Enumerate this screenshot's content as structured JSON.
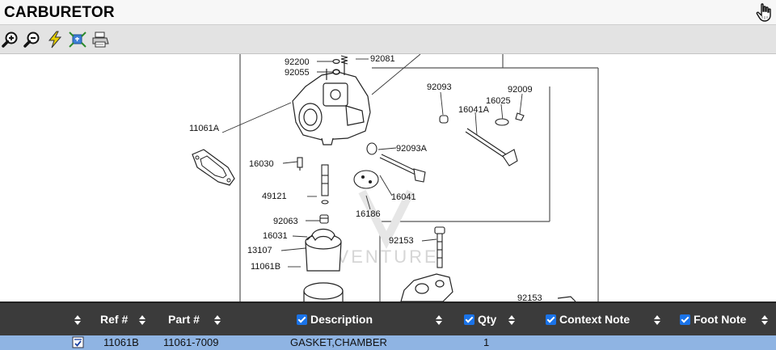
{
  "window": {
    "title": "CARBURETOR"
  },
  "toolbar": {
    "buttons": [
      {
        "name": "zoom-in-icon"
      },
      {
        "name": "zoom-out-icon"
      },
      {
        "name": "lightning-icon"
      },
      {
        "name": "fit-icon"
      },
      {
        "name": "print-icon"
      }
    ]
  },
  "diagram": {
    "watermark": "ADVENTURE",
    "labels": {
      "p92200": "92200",
      "p92081": "92081",
      "p92055": "92055",
      "p92093": "92093",
      "p92009": "92009",
      "p16025": "16025",
      "p16041A": "16041A",
      "p11061A": "11061A",
      "p92093A": "92093A",
      "p16030": "16030",
      "p49121": "49121",
      "p16041": "16041",
      "p16186": "16186",
      "p92063": "92063",
      "p16031": "16031",
      "p92153": "92153",
      "p13107": "13107",
      "p11061B": "11061B",
      "p92153b": "92153"
    }
  },
  "grid": {
    "columns": {
      "ref": "Ref #",
      "part": "Part #",
      "description": "Description",
      "qty": "Qty",
      "context": "Context Note",
      "foot": "Foot Note"
    },
    "rows": [
      {
        "ref": "11061B",
        "part": "11061-7009",
        "description": "GASKET,CHAMBER",
        "qty": "1",
        "context": "",
        "foot": ""
      }
    ]
  },
  "colors": {
    "header_bg": "#3b3b3b",
    "selected_row": "#8fb4e3",
    "checkbox": "#1a73e8"
  }
}
